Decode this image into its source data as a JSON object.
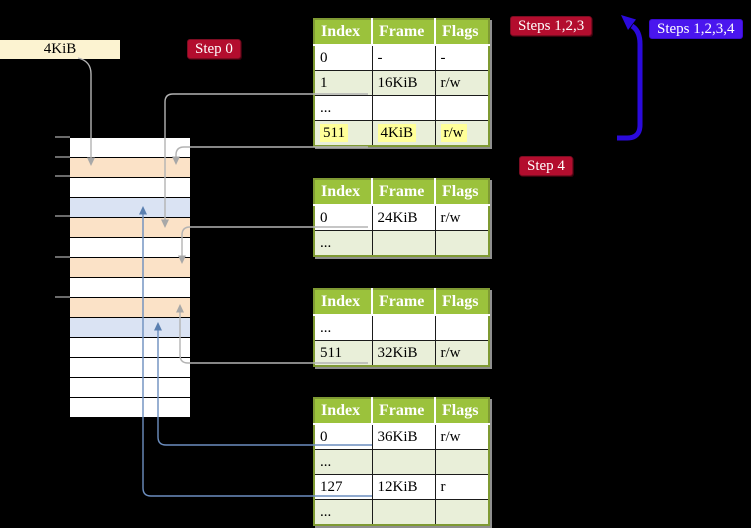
{
  "labels": {
    "page_size": "4KiB",
    "step0": "Step 0",
    "steps123": "Steps 1,2,3",
    "steps1234": "Steps 1,2,3,4",
    "step4": "Step 4"
  },
  "page_tables": [
    {
      "columns": [
        "Index",
        "Frame",
        "Flags"
      ],
      "rows": [
        {
          "cells": [
            "0",
            "-",
            "-"
          ]
        },
        {
          "cells": [
            "1",
            "16KiB",
            "r/w"
          ]
        },
        {
          "cells": [
            "...",
            "",
            ""
          ]
        },
        {
          "cells": [
            "511",
            "4KiB",
            "r/w"
          ],
          "highlighted": true
        }
      ]
    },
    {
      "columns": [
        "Index",
        "Frame",
        "Flags"
      ],
      "rows": [
        {
          "cells": [
            "0",
            "24KiB",
            "r/w"
          ]
        },
        {
          "cells": [
            "...",
            "",
            ""
          ]
        }
      ]
    },
    {
      "columns": [
        "Index",
        "Frame",
        "Flags"
      ],
      "rows": [
        {
          "cells": [
            "...",
            "",
            ""
          ]
        },
        {
          "cells": [
            "511",
            "32KiB",
            "r/w"
          ]
        }
      ]
    },
    {
      "columns": [
        "Index",
        "Frame",
        "Flags"
      ],
      "rows": [
        {
          "cells": [
            "0",
            "36KiB",
            "r/w"
          ]
        },
        {
          "cells": [
            "...",
            "",
            ""
          ]
        },
        {
          "cells": [
            "127",
            "12KiB",
            "r"
          ]
        },
        {
          "cells": [
            "...",
            "",
            ""
          ]
        }
      ]
    }
  ],
  "memory_column": {
    "row_count": 14,
    "fills": [
      "white",
      "peach",
      "white",
      "blue",
      "peach",
      "white",
      "peach",
      "white",
      "peach",
      "blue",
      "white",
      "white",
      "white",
      "white"
    ]
  },
  "colors": {
    "table_header_green": "#9bc23c",
    "table_row_green": "#e9efd9",
    "table_border_olive": "#7f9a33",
    "highlight_yellow": "#ffff99",
    "memory_peach": "#fbe2c7",
    "memory_blue": "#dae3f3",
    "label_cream": "#fcf3d1",
    "label_crimson": "#b30d2e",
    "label_violet": "#4a16ee",
    "thick_arrow_blue": "#2b0adb",
    "connector_gray": "#b3b3b3",
    "connector_blue": "#6c8ebf"
  }
}
